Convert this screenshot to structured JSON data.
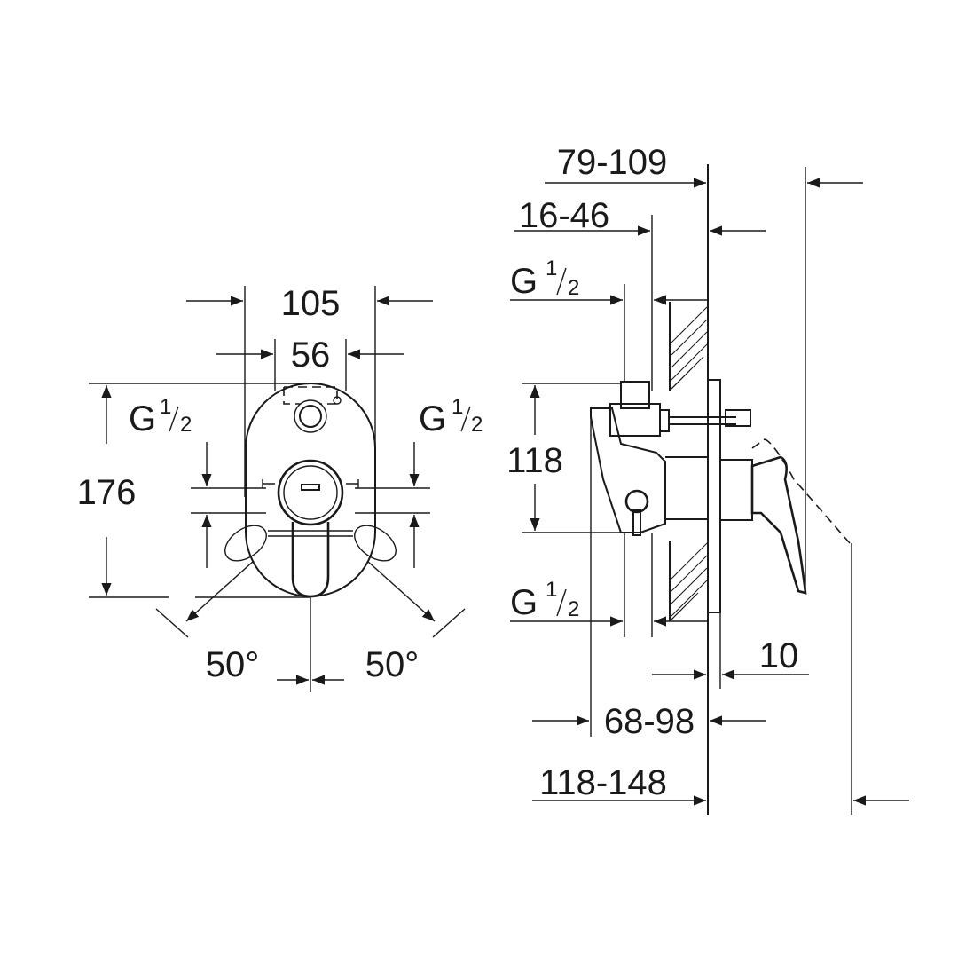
{
  "front_view": {
    "width_outer": "105",
    "width_inner": "56",
    "height": "176",
    "angle_left": "50°",
    "angle_right": "50°",
    "thread_left": {
      "main": "G",
      "num": "1",
      "den": "2"
    },
    "thread_right": {
      "main": "G",
      "num": "1",
      "den": "2"
    }
  },
  "side_view": {
    "depth_79_109": "79-109",
    "depth_16_46": "16-46",
    "thread_top": {
      "main": "G",
      "num": "1",
      "den": "2"
    },
    "thread_bottom": {
      "main": "G",
      "num": "1",
      "den": "2"
    },
    "height_118": "118",
    "offset_10": "10",
    "depth_68_98": "68-98",
    "depth_118_148": "118-148"
  }
}
